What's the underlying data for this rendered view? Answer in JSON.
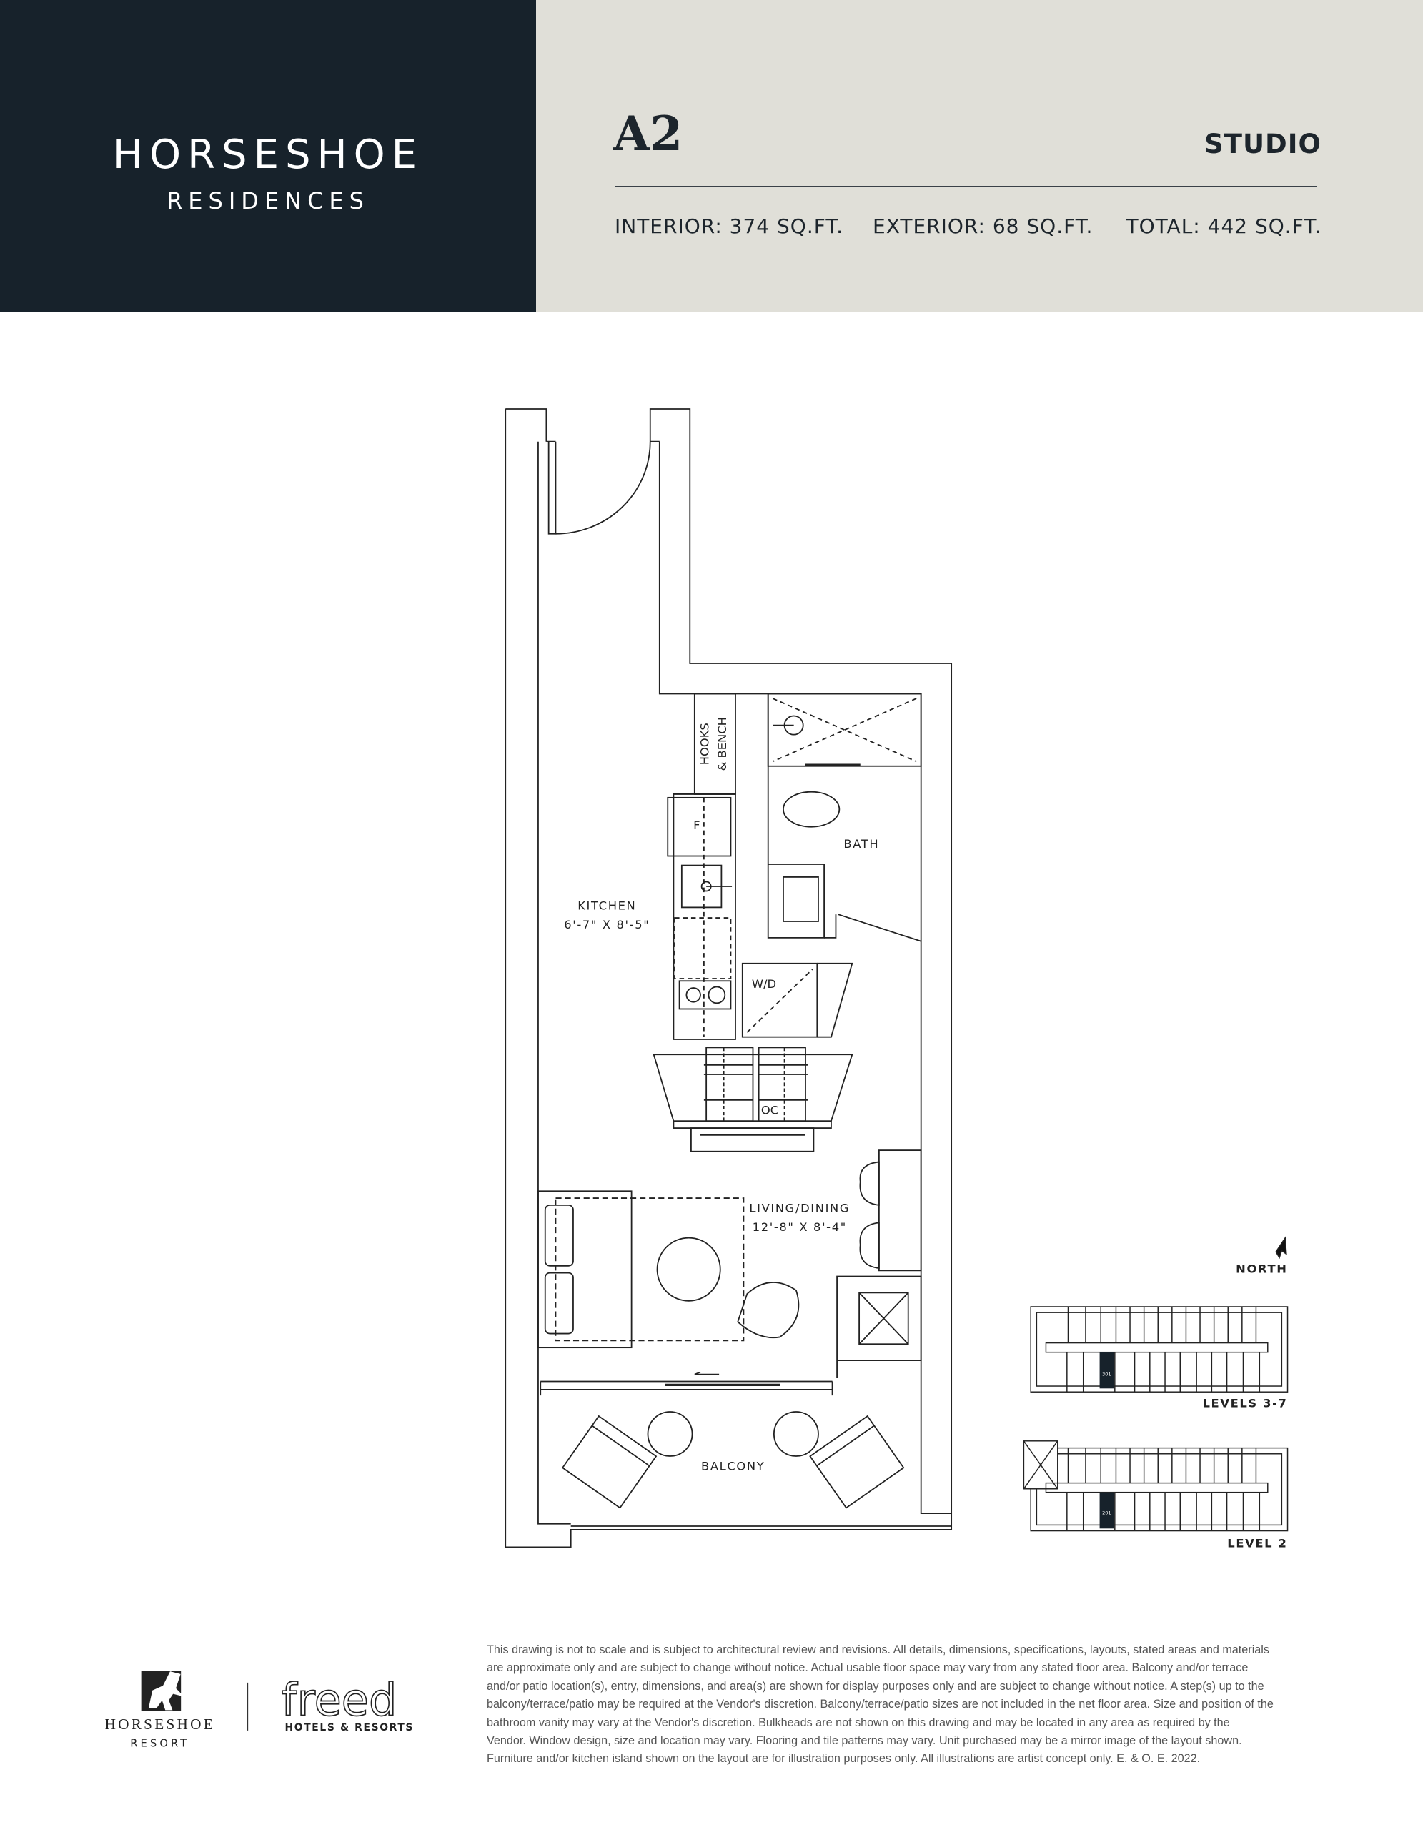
{
  "brand": {
    "title": "HORSESHOE",
    "subtitle": "RESIDENCES"
  },
  "unit": {
    "name": "A2",
    "type": "STUDIO",
    "interior": "INTERIOR: 374 SQ.FT.",
    "exterior": "EXTERIOR: 68 SQ.FT.",
    "total": "TOTAL: 442 SQ.FT."
  },
  "plan": {
    "hooks": "HOOKS",
    "bench": "& BENCH",
    "fridge": "F",
    "kitchen": "KITCHEN",
    "kitchen_dim": "6'-7\" X 8'-5\"",
    "bath": "BATH",
    "wd": "W/D",
    "oc": "OC",
    "living": "LIVING/DINING",
    "living_dim": "12'-8\" X 8'-4\"",
    "balcony": "BALCONY"
  },
  "keyplan": {
    "north": "NORTH",
    "levels_upper": "LEVELS 3-7",
    "level_lower": "LEVEL 2",
    "unit_upper": "301",
    "unit_lower": "201",
    "highlight_color": "#17222b"
  },
  "logos": {
    "resort_name": "HORSESHOE",
    "resort_sub": "RESORT",
    "freed": "freed",
    "freed_sub": "HOTELS & RESORTS"
  },
  "disclaimer": [
    "This drawing is not to scale and is subject to architectural review and revisions. All details, dimensions, specifications, layouts, stated areas and materials",
    "are approximate only and are subject to change without notice. Actual usable floor space may vary from any stated floor area. Balcony and/or terrace",
    "and/or patio location(s), entry, dimensions, and area(s) are shown for display purposes only and are subject to change without notice. A step(s) up to the",
    "balcony/terrace/patio may be required at the Vendor's discretion. Balcony/terrace/patio sizes are not included in the net floor area. Size and position of the",
    "bathroom vanity may vary at the Vendor's discretion. Bulkheads are not shown on this drawing and may be located in any area as required by the",
    "Vendor. Window design, size and location may vary. Flooring and tile patterns may vary. Unit purchased may be a mirror image of the layout shown.",
    "Furniture and/or kitchen island shown on the layout are for illustration purposes only. All illustrations are artist concept only. E. & O. E. 2022."
  ],
  "colors": {
    "brand_dark": "#17222b",
    "header_light": "#e0dfd8"
  }
}
